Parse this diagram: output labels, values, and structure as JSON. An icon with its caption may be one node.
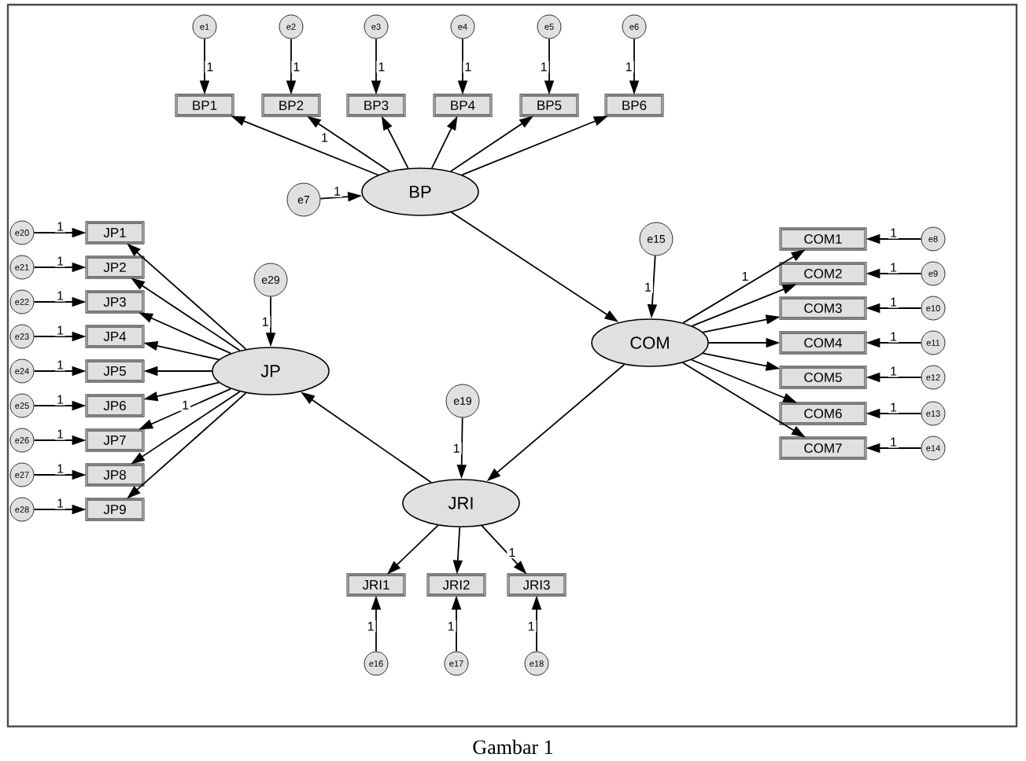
{
  "diagram": {
    "caption": "Gambar 1",
    "nodes": [
      {
        "text": [
          "BP"
        ]
      },
      {
        "text": [
          "BP1"
        ]
      },
      {
        "text": [
          "BP2"
        ]
      },
      {
        "text": [
          "BP3"
        ]
      },
      {
        "text": [
          "BP4"
        ]
      },
      {
        "text": [
          "BP5"
        ]
      },
      {
        "text": [
          "BP6"
        ]
      },
      {
        "text": [
          "e1"
        ]
      },
      {
        "text": [
          "e2"
        ]
      },
      {
        "text": [
          "e3"
        ]
      },
      {
        "text": [
          "e4"
        ]
      },
      {
        "text": [
          "e5"
        ]
      },
      {
        "text": [
          "e6"
        ]
      },
      {
        "text": [
          "e7"
        ]
      },
      {
        "text": [
          "COM"
        ]
      },
      {
        "text": [
          "COM1"
        ]
      },
      {
        "text": [
          "COM2"
        ]
      },
      {
        "text": [
          "COM3"
        ]
      },
      {
        "text": [
          "COM4"
        ]
      },
      {
        "text": [
          "COM5"
        ]
      },
      {
        "text": [
          "COM6"
        ]
      },
      {
        "text": [
          "COM7"
        ]
      },
      {
        "text": [
          "e8"
        ]
      },
      {
        "text": [
          "e9"
        ]
      },
      {
        "text": [
          "e10"
        ]
      },
      {
        "text": [
          "e11"
        ]
      },
      {
        "text": [
          "e12"
        ]
      },
      {
        "text": [
          "e13"
        ]
      },
      {
        "text": [
          "e14"
        ]
      },
      {
        "text": [
          "e15"
        ]
      },
      {
        "text": [
          "JP"
        ]
      },
      {
        "text": [
          "JP1"
        ]
      },
      {
        "text": [
          "JP2"
        ]
      },
      {
        "text": [
          "JP3"
        ]
      },
      {
        "text": [
          "JP4"
        ]
      },
      {
        "text": [
          "JP5"
        ]
      },
      {
        "text": [
          "JP6"
        ]
      },
      {
        "text": [
          "JP7"
        ]
      },
      {
        "text": [
          "JP8"
        ]
      },
      {
        "text": [
          "JP9"
        ]
      },
      {
        "text": [
          "e20"
        ]
      },
      {
        "text": [
          "e21"
        ]
      },
      {
        "text": [
          "e22"
        ]
      },
      {
        "text": [
          "e23"
        ]
      },
      {
        "text": [
          "e24"
        ]
      },
      {
        "text": [
          "e25"
        ]
      },
      {
        "text": [
          "e26"
        ]
      },
      {
        "text": [
          "e27"
        ]
      },
      {
        "text": [
          "e28"
        ]
      },
      {
        "text": [
          "e29"
        ]
      },
      {
        "text": [
          "JRI"
        ]
      },
      {
        "text": [
          "JRI1"
        ]
      },
      {
        "text": [
          "JRI2"
        ]
      },
      {
        "text": [
          "JRI3"
        ]
      },
      {
        "text": [
          "e16"
        ]
      },
      {
        "text": [
          "e17"
        ]
      },
      {
        "text": [
          "e18"
        ]
      },
      {
        "text": [
          "e19"
        ]
      }
    ],
    "edges": [
      {
        "from": 0,
        "to": 1,
        "arrow": "to"
      },
      {
        "from": 0,
        "to": 2,
        "arrow": "to",
        "label": "1"
      },
      {
        "from": 0,
        "to": 3,
        "arrow": "to"
      },
      {
        "from": 0,
        "to": 4,
        "arrow": "to"
      },
      {
        "from": 0,
        "to": 5,
        "arrow": "to"
      },
      {
        "from": 0,
        "to": 6,
        "arrow": "to"
      },
      {
        "from": 7,
        "to": 1,
        "arrow": "to",
        "label": "1"
      },
      {
        "from": 8,
        "to": 2,
        "arrow": "to",
        "label": "1"
      },
      {
        "from": 9,
        "to": 3,
        "arrow": "to",
        "label": "1"
      },
      {
        "from": 10,
        "to": 4,
        "arrow": "to",
        "label": "1"
      },
      {
        "from": 11,
        "to": 5,
        "arrow": "to",
        "label": "1"
      },
      {
        "from": 12,
        "to": 6,
        "arrow": "to",
        "label": "1"
      },
      {
        "from": 13,
        "to": 0,
        "arrow": "to",
        "label": "1"
      },
      {
        "from": 0,
        "to": 14,
        "arrow": "to"
      },
      {
        "from": 14,
        "to": 15,
        "arrow": "to",
        "label": "1"
      },
      {
        "from": 14,
        "to": 16,
        "arrow": "to"
      },
      {
        "from": 14,
        "to": 17,
        "arrow": "to"
      },
      {
        "from": 14,
        "to": 18,
        "arrow": "to"
      },
      {
        "from": 14,
        "to": 19,
        "arrow": "to"
      },
      {
        "from": 14,
        "to": 20,
        "arrow": "to"
      },
      {
        "from": 14,
        "to": 21,
        "arrow": "to"
      },
      {
        "from": 22,
        "to": 15,
        "arrow": "to",
        "label": "1"
      },
      {
        "from": 23,
        "to": 16,
        "arrow": "to",
        "label": "1"
      },
      {
        "from": 24,
        "to": 17,
        "arrow": "to",
        "label": "1"
      },
      {
        "from": 25,
        "to": 18,
        "arrow": "to",
        "label": "1"
      },
      {
        "from": 26,
        "to": 19,
        "arrow": "to",
        "label": "1"
      },
      {
        "from": 27,
        "to": 20,
        "arrow": "to",
        "label": "1"
      },
      {
        "from": 28,
        "to": 21,
        "arrow": "to",
        "label": "1"
      },
      {
        "from": 29,
        "to": 14,
        "arrow": "to",
        "label": "1"
      },
      {
        "from": 30,
        "to": 31,
        "arrow": "to"
      },
      {
        "from": 30,
        "to": 32,
        "arrow": "to"
      },
      {
        "from": 30,
        "to": 33,
        "arrow": "to"
      },
      {
        "from": 30,
        "to": 34,
        "arrow": "to"
      },
      {
        "from": 30,
        "to": 35,
        "arrow": "to"
      },
      {
        "from": 30,
        "to": 36,
        "arrow": "to"
      },
      {
        "from": 30,
        "to": 37,
        "arrow": "to",
        "label": "1"
      },
      {
        "from": 30,
        "to": 38,
        "arrow": "to"
      },
      {
        "from": 30,
        "to": 39,
        "arrow": "to"
      },
      {
        "from": 40,
        "to": 31,
        "arrow": "to",
        "label": "1"
      },
      {
        "from": 41,
        "to": 32,
        "arrow": "to",
        "label": "1"
      },
      {
        "from": 42,
        "to": 33,
        "arrow": "to",
        "label": "1"
      },
      {
        "from": 43,
        "to": 34,
        "arrow": "to",
        "label": "1"
      },
      {
        "from": 44,
        "to": 35,
        "arrow": "to",
        "label": "1"
      },
      {
        "from": 45,
        "to": 36,
        "arrow": "to",
        "label": "1"
      },
      {
        "from": 46,
        "to": 37,
        "arrow": "to",
        "label": "1"
      },
      {
        "from": 47,
        "to": 38,
        "arrow": "to",
        "label": "1"
      },
      {
        "from": 48,
        "to": 39,
        "arrow": "to",
        "label": "1"
      },
      {
        "from": 49,
        "to": 30,
        "arrow": "to",
        "label": "1"
      },
      {
        "from": 14,
        "to": 50,
        "arrow": "to"
      },
      {
        "from": 50,
        "to": 30,
        "arrow": "to"
      },
      {
        "from": 50,
        "to": 51,
        "arrow": "to"
      },
      {
        "from": 50,
        "to": 52,
        "arrow": "to"
      },
      {
        "from": 50,
        "to": 53,
        "arrow": "to",
        "label": "1"
      },
      {
        "from": 54,
        "to": 51,
        "arrow": "to",
        "label": "1"
      },
      {
        "from": 55,
        "to": 52,
        "arrow": "to",
        "label": "1"
      },
      {
        "from": 56,
        "to": 53,
        "arrow": "to",
        "label": "1"
      },
      {
        "from": 57,
        "to": 50,
        "arrow": "to",
        "label": "1"
      }
    ]
  }
}
